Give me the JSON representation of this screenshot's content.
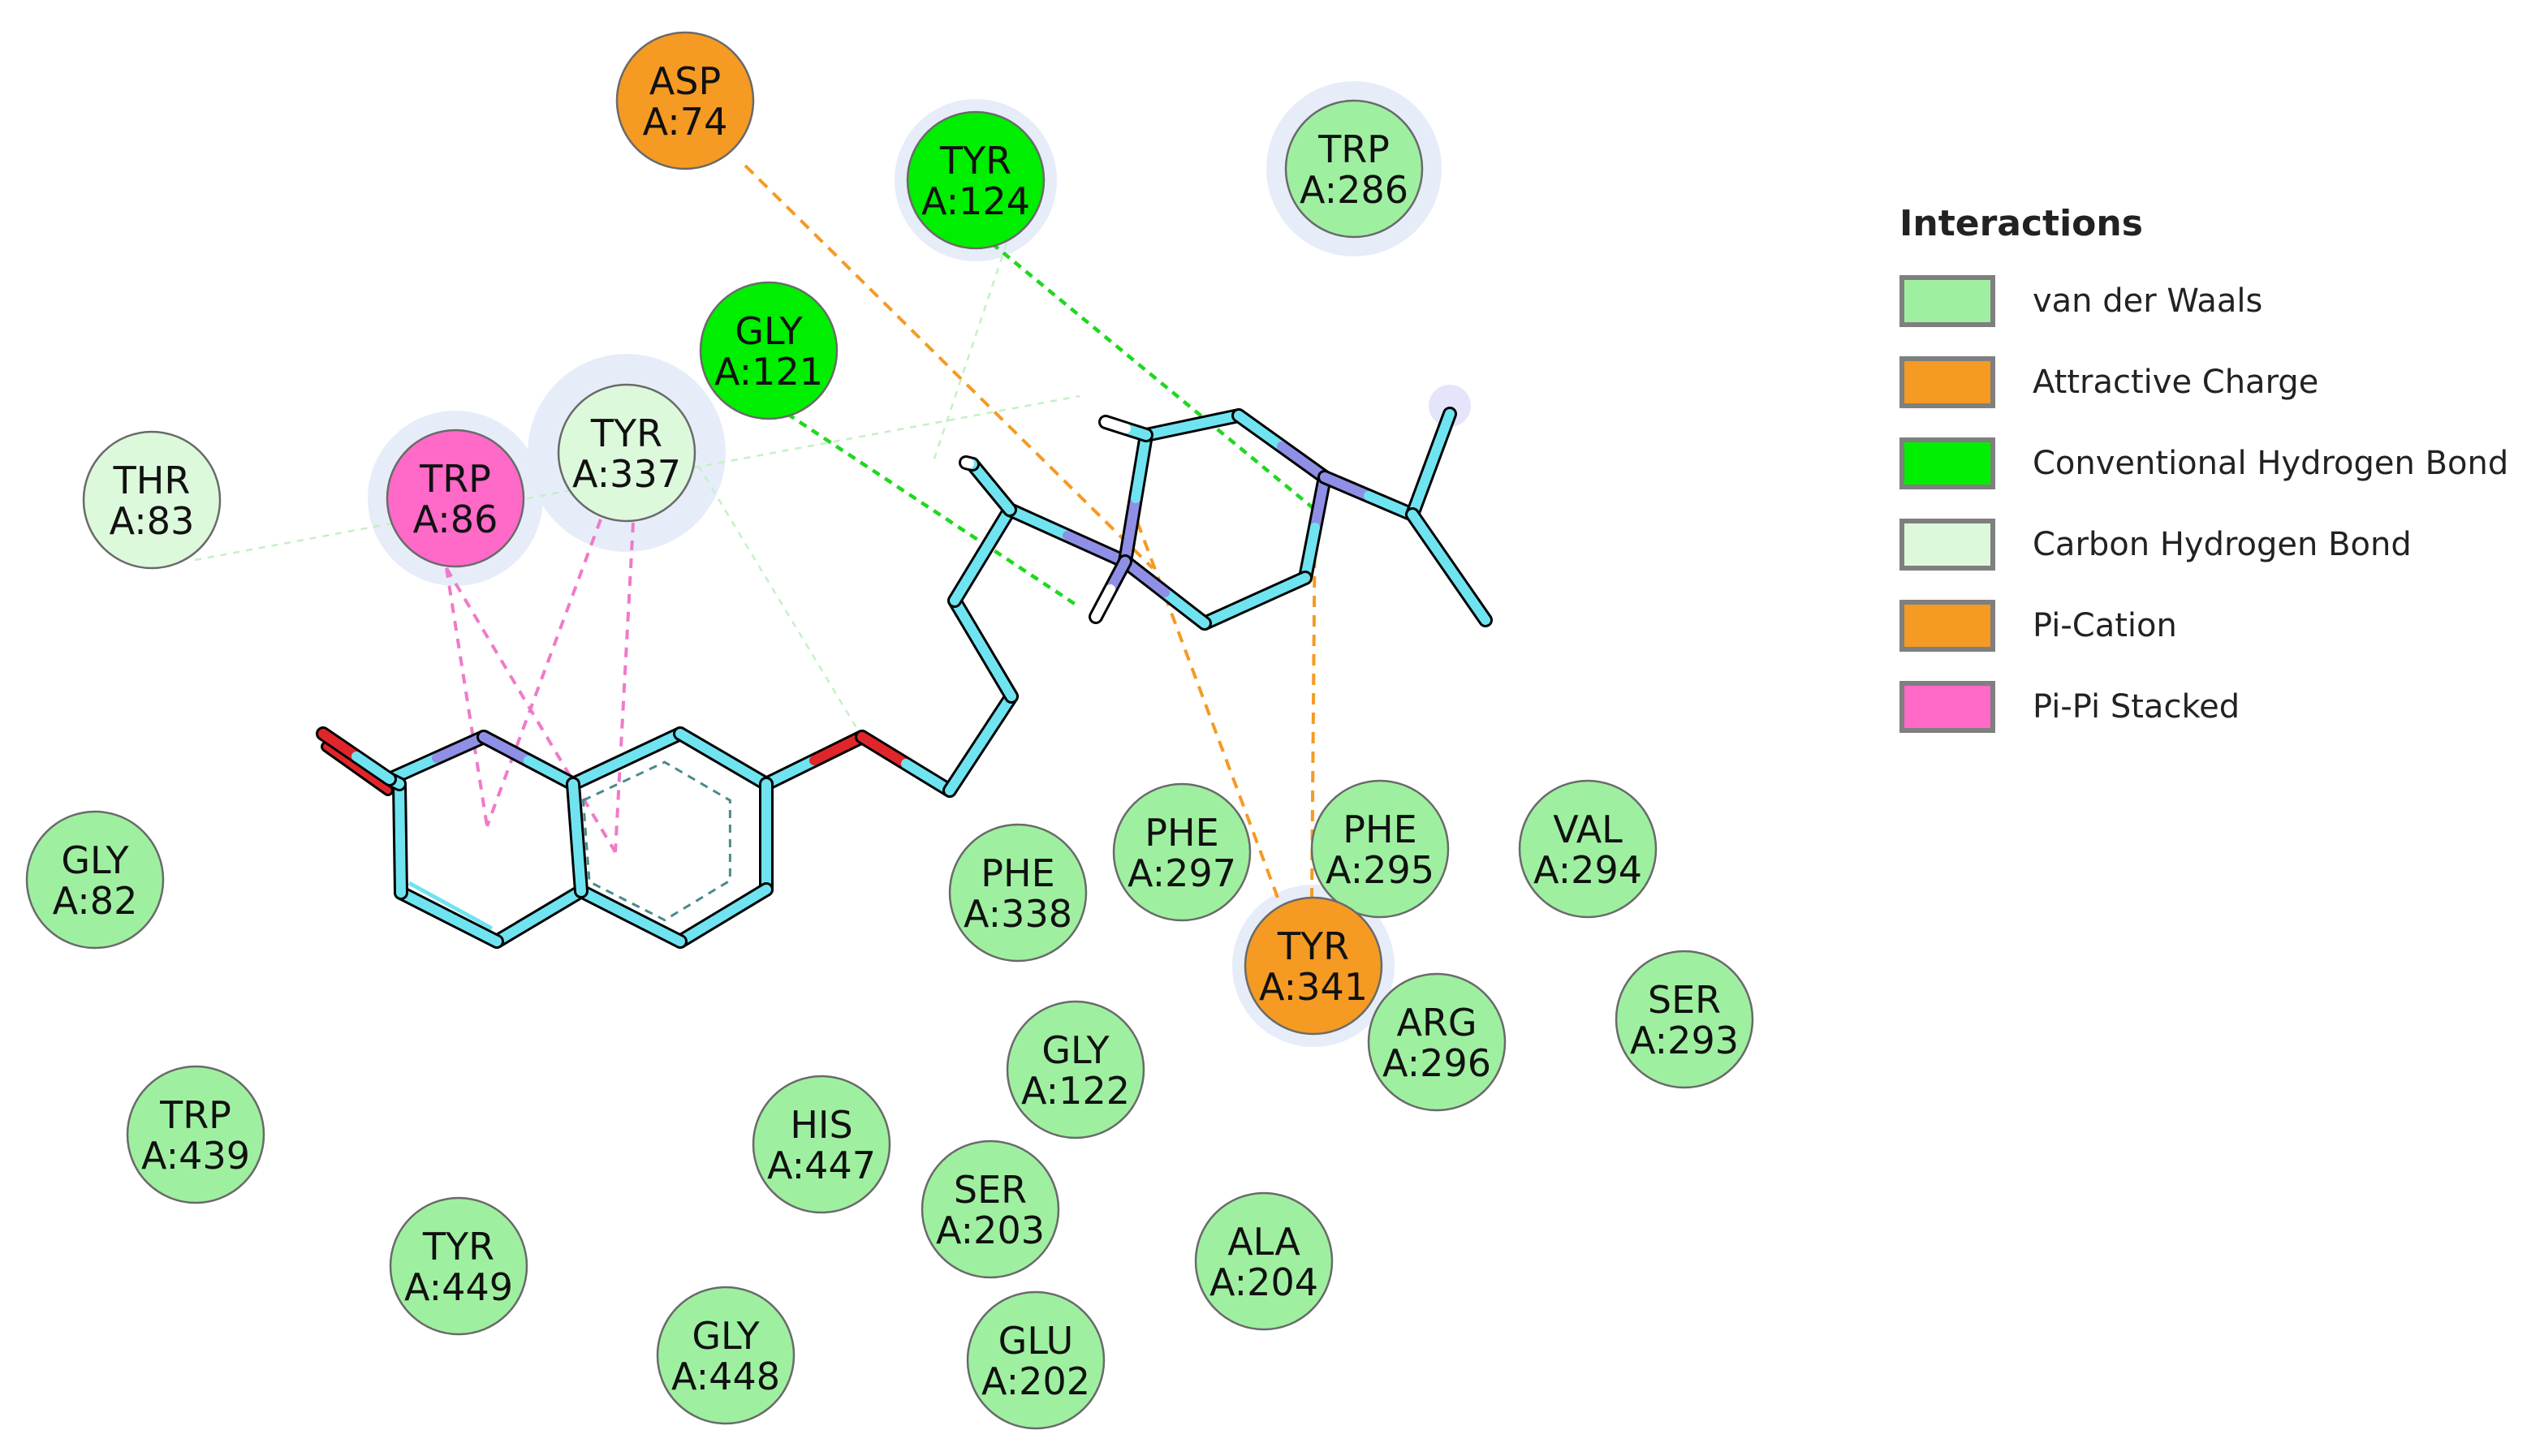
{
  "legend": {
    "title": "Interactions",
    "items": [
      {
        "key": "vdw",
        "label": "van der Waals",
        "color": "#9ef0a0"
      },
      {
        "key": "attractive",
        "label": "Attractive Charge",
        "color": "#f59a23"
      },
      {
        "key": "hbond",
        "label": "Conventional Hydrogen Bond",
        "color": "#00ee00"
      },
      {
        "key": "chbond",
        "label": "Carbon Hydrogen Bond",
        "color": "#dcf9dc"
      },
      {
        "key": "pication",
        "label": "Pi-Cation",
        "color": "#f59a23"
      },
      {
        "key": "pipi",
        "label": "Pi-Pi Stacked",
        "color": "#ff69c8"
      }
    ]
  },
  "residues": [
    {
      "id": "asp74",
      "name": "ASP",
      "num": "A:74",
      "type": "attractive"
    },
    {
      "id": "tyr124",
      "name": "TYR",
      "num": "A:124",
      "type": "hbond"
    },
    {
      "id": "trp286",
      "name": "TRP",
      "num": "A:286",
      "type": "vdw"
    },
    {
      "id": "gly121",
      "name": "GLY",
      "num": "A:121",
      "type": "hbond"
    },
    {
      "id": "tyr337",
      "name": "TYR",
      "num": "A:337",
      "type": "chbond"
    },
    {
      "id": "trp86",
      "name": "TRP",
      "num": "A:86",
      "type": "pipi"
    },
    {
      "id": "thr83",
      "name": "THR",
      "num": "A:83",
      "type": "chbond"
    },
    {
      "id": "gly82",
      "name": "GLY",
      "num": "A:82",
      "type": "vdw"
    },
    {
      "id": "phe338",
      "name": "PHE",
      "num": "A:338",
      "type": "vdw"
    },
    {
      "id": "phe297",
      "name": "PHE",
      "num": "A:297",
      "type": "vdw"
    },
    {
      "id": "phe295",
      "name": "PHE",
      "num": "A:295",
      "type": "vdw"
    },
    {
      "id": "val294",
      "name": "VAL",
      "num": "A:294",
      "type": "vdw"
    },
    {
      "id": "tyr341",
      "name": "TYR",
      "num": "A:341",
      "type": "pication"
    },
    {
      "id": "arg296",
      "name": "ARG",
      "num": "A:296",
      "type": "vdw"
    },
    {
      "id": "ser293",
      "name": "SER",
      "num": "A:293",
      "type": "vdw"
    },
    {
      "id": "gly122",
      "name": "GLY",
      "num": "A:122",
      "type": "vdw"
    },
    {
      "id": "trp439",
      "name": "TRP",
      "num": "A:439",
      "type": "vdw"
    },
    {
      "id": "his447",
      "name": "HIS",
      "num": "A:447",
      "type": "vdw"
    },
    {
      "id": "ser203",
      "name": "SER",
      "num": "A:203",
      "type": "vdw"
    },
    {
      "id": "ala204",
      "name": "ALA",
      "num": "A:204",
      "type": "vdw"
    },
    {
      "id": "tyr449",
      "name": "TYR",
      "num": "A:449",
      "type": "vdw"
    },
    {
      "id": "gly448",
      "name": "GLY",
      "num": "A:448",
      "type": "vdw"
    },
    {
      "id": "glu202",
      "name": "GLU",
      "num": "A:202",
      "type": "vdw"
    }
  ],
  "interactions": [
    {
      "from": "asp74",
      "type": "attractive"
    },
    {
      "from": "tyr341",
      "type": "pication"
    },
    {
      "from": "tyr124",
      "type": "hbond"
    },
    {
      "from": "gly121",
      "type": "hbond"
    },
    {
      "from": "tyr337",
      "type": "chbond"
    },
    {
      "from": "tyr124",
      "type": "chbond"
    },
    {
      "from": "thr83",
      "type": "chbond"
    },
    {
      "from": "trp86",
      "type": "pipi"
    },
    {
      "from": "tyr337",
      "type": "pipi"
    }
  ],
  "colors": {
    "bond": "#6fe4f0",
    "bond_outline": "#000000",
    "oxygen": "#e0262a",
    "nitrogen": "#8f8fe6",
    "hydrogen": "#ffffff",
    "outline": "#6a6a6a",
    "halo": "#e6edf9"
  }
}
